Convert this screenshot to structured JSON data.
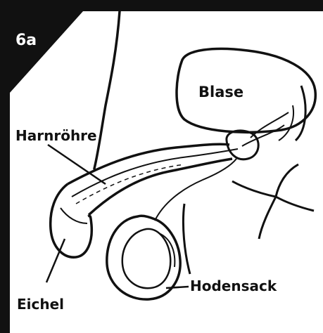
{
  "figure": {
    "badge": "6a",
    "labels": {
      "bladder": "Blase",
      "urethra": "Harnröhre",
      "scrotum": "Hodensack",
      "glans": "Eichel"
    }
  },
  "colors": {
    "ink": "#111111",
    "background": "#ffffff"
  }
}
